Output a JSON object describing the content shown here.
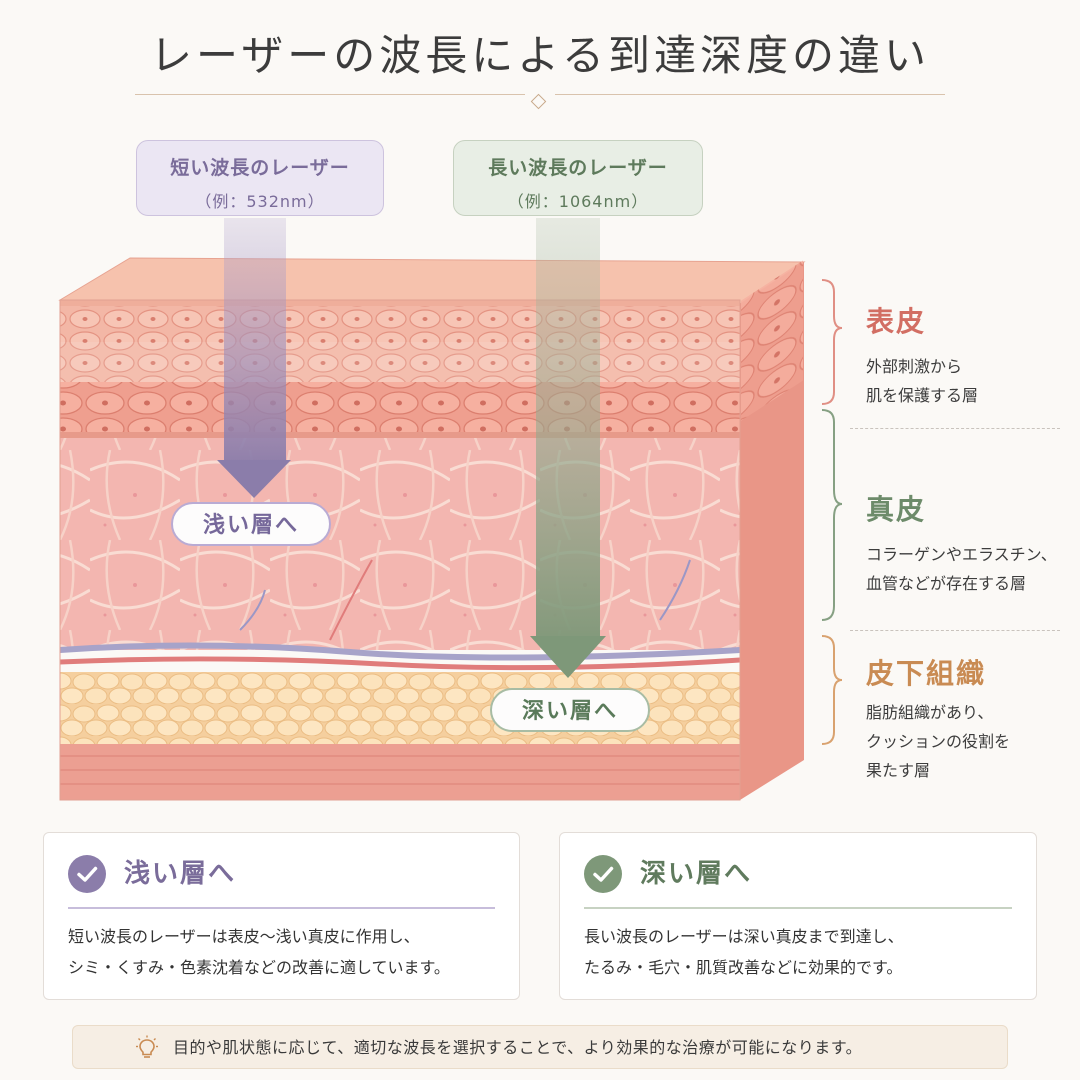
{
  "title": "レーザーの波長による到達深度の違い",
  "lasers": {
    "short": {
      "label": "短い波長のレーザー",
      "example": "（例：532nm）",
      "color": "#8b7daa",
      "target": "浅い層へ"
    },
    "long": {
      "label": "長い波長のレーザー",
      "example": "（例：1064nm）",
      "color": "#7e9879",
      "target": "深い層へ"
    }
  },
  "layers": {
    "epidermis": {
      "name": "表皮",
      "desc": [
        "外部刺激から",
        "肌を保護する層"
      ],
      "color": "#d26e63"
    },
    "dermis": {
      "name": "真皮",
      "desc": [
        "コラーゲンやエラスチン、",
        "血管などが存在する層"
      ],
      "color": "#6d8b6a"
    },
    "subcutaneous": {
      "name": "皮下組織",
      "desc": [
        "脂肪組織があり、",
        "クッションの役割を",
        "果たす層"
      ],
      "color": "#c98b53"
    }
  },
  "cards": {
    "shallow": {
      "title": "浅い層へ",
      "lines": [
        "短い波長のレーザーは表皮〜浅い真皮に作用し、",
        "シミ・くすみ・色素沈着などの改善に適しています。"
      ]
    },
    "deep": {
      "title": "深い層へ",
      "lines": [
        "長い波長のレーザーは深い真皮まで到達し、",
        "たるみ・毛穴・肌質改善などに効果的です。"
      ]
    }
  },
  "tip": {
    "icon": "lightbulb-icon",
    "text": "目的や肌状態に応じて、適切な波長を選択することで、より効果的な治療が可能になります。"
  }
}
